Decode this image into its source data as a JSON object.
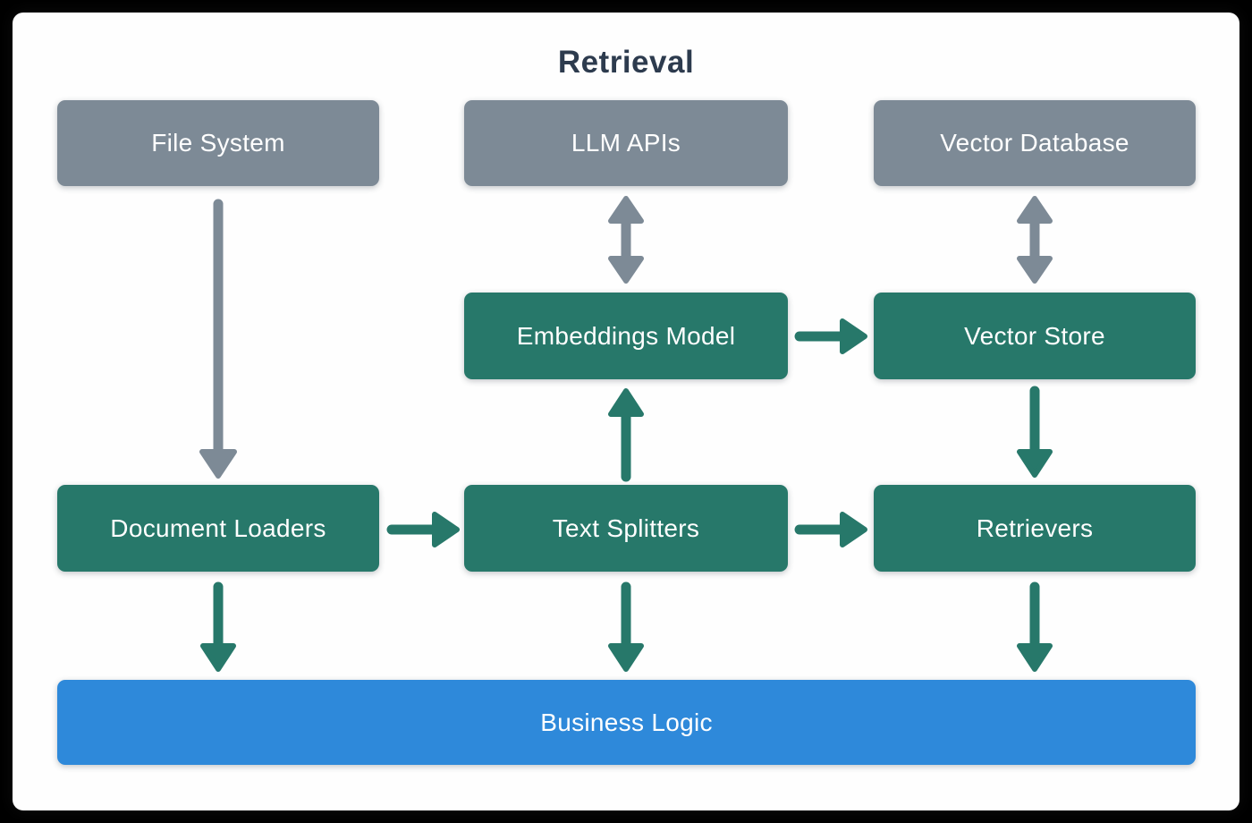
{
  "title": "Retrieval",
  "colors": {
    "gray": "#7d8a96",
    "green": "#27786a",
    "blue": "#2e89da",
    "title": "#2d3b4e",
    "node_text": "#ffffff",
    "panel_bg": "#fefefe",
    "frame_bg": "#000000"
  },
  "nodes": {
    "file_system": {
      "label": "File System",
      "type": "source"
    },
    "llm_apis": {
      "label": "LLM APIs",
      "type": "source"
    },
    "vector_database": {
      "label": "Vector Database",
      "type": "source"
    },
    "embeddings_model": {
      "label": "Embeddings Model",
      "type": "component"
    },
    "vector_store": {
      "label": "Vector Store",
      "type": "component"
    },
    "document_loaders": {
      "label": "Document Loaders",
      "type": "component"
    },
    "text_splitters": {
      "label": "Text Splitters",
      "type": "component"
    },
    "retrievers": {
      "label": "Retrievers",
      "type": "component"
    },
    "business_logic": {
      "label": "Business Logic",
      "type": "application"
    }
  },
  "edges": [
    {
      "from": "file_system",
      "to": "document_loaders",
      "direction": "down",
      "color": "gray"
    },
    {
      "from": "llm_apis",
      "to": "embeddings_model",
      "direction": "bidirectional",
      "color": "gray"
    },
    {
      "from": "vector_database",
      "to": "vector_store",
      "direction": "bidirectional",
      "color": "gray"
    },
    {
      "from": "document_loaders",
      "to": "text_splitters",
      "direction": "right",
      "color": "green"
    },
    {
      "from": "text_splitters",
      "to": "embeddings_model",
      "direction": "up",
      "color": "green"
    },
    {
      "from": "embeddings_model",
      "to": "vector_store",
      "direction": "right",
      "color": "green"
    },
    {
      "from": "vector_store",
      "to": "retrievers",
      "direction": "down",
      "color": "green"
    },
    {
      "from": "text_splitters",
      "to": "retrievers",
      "direction": "right",
      "color": "green"
    },
    {
      "from": "document_loaders",
      "to": "business_logic",
      "direction": "down",
      "color": "green"
    },
    {
      "from": "text_splitters",
      "to": "business_logic",
      "direction": "down",
      "color": "green"
    },
    {
      "from": "retrievers",
      "to": "business_logic",
      "direction": "down",
      "color": "green"
    }
  ]
}
